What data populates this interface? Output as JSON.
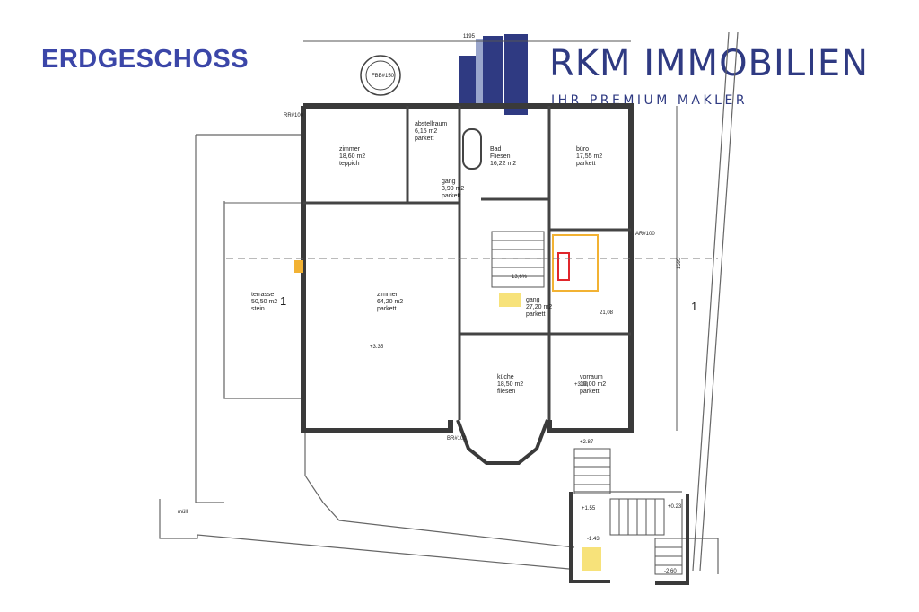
{
  "header": {
    "title": "ERDGESCHOSS",
    "brand": "RKM IMMOBILIEN",
    "tagline": "IHR PREMIUM MAKLER"
  },
  "colors": {
    "title": "#3b46a8",
    "brand": "#2f3a82",
    "wall": "#3a3a3a",
    "highlight": "#f2b233",
    "accent_red": "#e0262b"
  },
  "plan": {
    "rooms": [
      {
        "name": "zimmer",
        "area": "18,60 m2",
        "floor": "teppich"
      },
      {
        "name": "abstellraum",
        "area": "6,15 m2",
        "floor": "parkett"
      },
      {
        "name": "Bad",
        "area": "16,22 m2",
        "floor": "Fliesen"
      },
      {
        "name": "büro",
        "area": "17,55 m2",
        "floor": "parkett"
      },
      {
        "name": "gang",
        "area": "3,90 m2",
        "floor": "parkett"
      },
      {
        "name": "zimmer",
        "area": "64,20 m2",
        "floor": "parkett"
      },
      {
        "name": "terrasse",
        "area": "50,50 m2",
        "floor": "stein"
      },
      {
        "name": "gang",
        "area": "27,20 m2",
        "floor": "parkett"
      },
      {
        "name": "küche",
        "area": "18,50 m2",
        "floor": "fliesen"
      },
      {
        "name": "vorraum",
        "area": "10,00 m2",
        "floor": "parkett"
      }
    ],
    "dimensions": {
      "top": "1195",
      "right": "1595"
    },
    "section_marks": [
      "1",
      "1"
    ],
    "levels": [
      "+3.35",
      "+3.00",
      "+2.87",
      "+1.55",
      "+0.23",
      "-1.43",
      "-2.60"
    ],
    "annotations": [
      "FBB#150",
      "müll",
      "AR#100",
      "RR#100",
      "BR#100",
      "13,6%",
      "21,08"
    ]
  }
}
